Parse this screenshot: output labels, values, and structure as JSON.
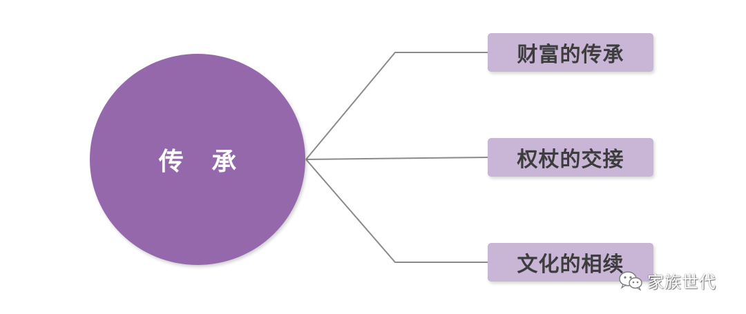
{
  "hub": {
    "label": "传 承"
  },
  "branches": [
    {
      "label": "财富的传承"
    },
    {
      "label": "权杖的交接"
    },
    {
      "label": "文化的相续"
    }
  ],
  "watermark": {
    "text": "家族世代",
    "icon": "wechat-icon"
  },
  "colors": {
    "hub_fill": "#9568ab",
    "branch_fill": "#c9b6d6",
    "connector": "#8a8a8a",
    "hub_text": "#ffffff",
    "branch_text": "#3d3d3d"
  }
}
